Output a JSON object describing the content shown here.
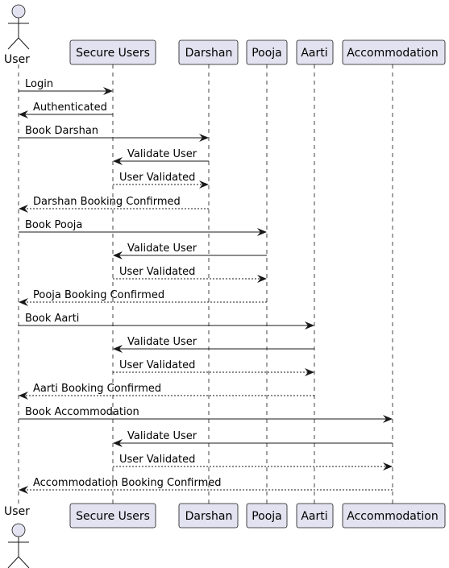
{
  "participants": [
    {
      "id": "user",
      "label": "User",
      "kind": "actor"
    },
    {
      "id": "secure",
      "label": "Secure Users",
      "kind": "box"
    },
    {
      "id": "darshan",
      "label": "Darshan",
      "kind": "box"
    },
    {
      "id": "pooja",
      "label": "Pooja",
      "kind": "box"
    },
    {
      "id": "aarti",
      "label": "Aarti",
      "kind": "box"
    },
    {
      "id": "accommodation",
      "label": "Accommodation",
      "kind": "box"
    }
  ],
  "messages": [
    {
      "from": "user",
      "to": "secure",
      "label": "Login",
      "style": "solid"
    },
    {
      "from": "secure",
      "to": "user",
      "label": "Authenticated",
      "style": "solid"
    },
    {
      "from": "user",
      "to": "darshan",
      "label": "Book Darshan",
      "style": "solid"
    },
    {
      "from": "darshan",
      "to": "secure",
      "label": "Validate User",
      "style": "solid"
    },
    {
      "from": "secure",
      "to": "darshan",
      "label": "User Validated",
      "style": "dashed"
    },
    {
      "from": "darshan",
      "to": "user",
      "label": "Darshan Booking Confirmed",
      "style": "dashed"
    },
    {
      "from": "user",
      "to": "pooja",
      "label": "Book Pooja",
      "style": "solid"
    },
    {
      "from": "pooja",
      "to": "secure",
      "label": "Validate User",
      "style": "solid"
    },
    {
      "from": "secure",
      "to": "pooja",
      "label": "User Validated",
      "style": "dashed"
    },
    {
      "from": "pooja",
      "to": "user",
      "label": "Pooja Booking Confirmed",
      "style": "dashed"
    },
    {
      "from": "user",
      "to": "aarti",
      "label": "Book Aarti",
      "style": "solid"
    },
    {
      "from": "aarti",
      "to": "secure",
      "label": "Validate User",
      "style": "solid"
    },
    {
      "from": "secure",
      "to": "aarti",
      "label": "User Validated",
      "style": "dashed"
    },
    {
      "from": "aarti",
      "to": "user",
      "label": "Aarti Booking Confirmed",
      "style": "dashed"
    },
    {
      "from": "user",
      "to": "accommodation",
      "label": "Book Accommodation",
      "style": "solid"
    },
    {
      "from": "accommodation",
      "to": "secure",
      "label": "Validate User",
      "style": "solid"
    },
    {
      "from": "secure",
      "to": "accommodation",
      "label": "User Validated",
      "style": "dashed"
    },
    {
      "from": "accommodation",
      "to": "user",
      "label": "Accommodation Booking Confirmed",
      "style": "dashed"
    }
  ],
  "colors": {
    "participant_fill": "#E2E2F0",
    "line": "#181818",
    "text": "#000000"
  }
}
